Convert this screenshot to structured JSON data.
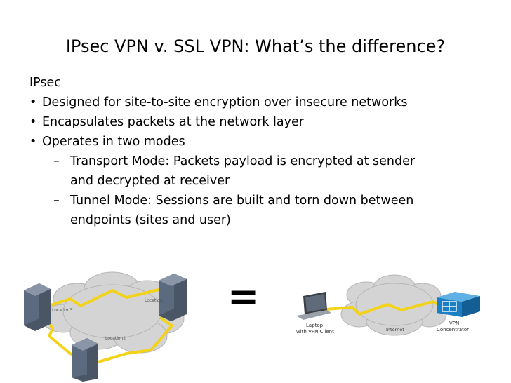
{
  "slide": {
    "title": "IPsec VPN v. SSL VPN: What’s the difference?",
    "heading": "IPsec",
    "bullets": [
      "Designed for site-to-site encryption over insecure networks",
      "Encapsulates packets at the network layer",
      "Operates in two modes"
    ],
    "sub_bullets": [
      {
        "line1": "Transport Mode: Packets payload is encrypted at sender",
        "line2": "and decrypted at receiver"
      },
      {
        "line1": "Tunnel Mode: Sessions are built and torn down between",
        "line2": "endpoints (sites and user)"
      }
    ],
    "bullet_glyph": "•",
    "dash_glyph": "–",
    "equals_sign": "="
  },
  "left_diagram": {
    "labels": [
      "Location1",
      "Location2",
      "Location3"
    ]
  },
  "right_diagram": {
    "laptop_label_1": "Laptop",
    "laptop_label_2": "with VPN Client",
    "internet_label": "Internet",
    "concentrator_label_1": "VPN",
    "concentrator_label_2": "Concentrator"
  },
  "colors": {
    "lightning": "#f3d21a",
    "cloud": "#cfcfcf",
    "server": "#4a5566",
    "concentrator": "#1a7fc4"
  }
}
